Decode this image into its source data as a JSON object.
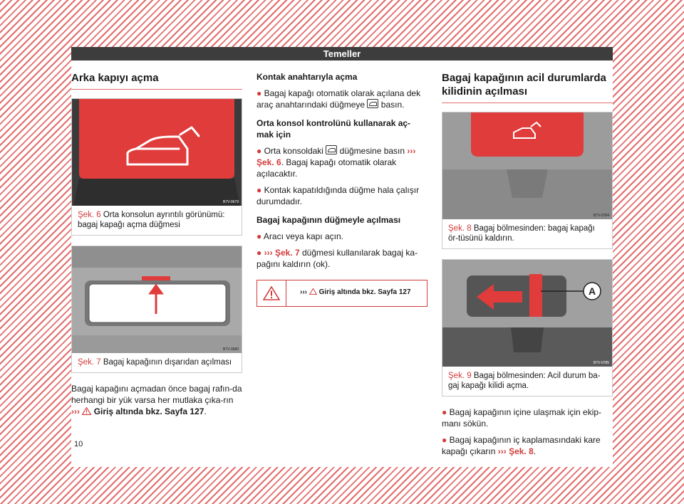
{
  "header": {
    "title": "Temeller"
  },
  "page_number": "10",
  "col1": {
    "heading": "Arka kapıyı açma",
    "fig6": {
      "code": "B7V-0679",
      "ref": "Şek. 6",
      "caption": "Orta konsolun ayrıntılı görünümü: bagaj kapağı açma düğmesi"
    },
    "fig7": {
      "code": "B7V-0680",
      "ref": "Şek. 7",
      "caption": "Bagaj kapağının dışarıdan açılması"
    },
    "para": "Bagaj kapağını açmadan önce bagaj rafın-da herhangi bir yük varsa her mutlaka çıka-rın",
    "para_link": "Giriş altında bkz. Sayfa 127",
    "para_end": "."
  },
  "col2": {
    "h1": "Kontak anahtarıyla açma",
    "b1a": "Bagaj kapağı otomatik olarak açılana dek araç anahtarındaki düğmeye",
    "b1b": "basın.",
    "h2": "Orta konsol kontrolünü kullanarak aç-mak için",
    "b2a": "Orta konsoldaki",
    "b2b": "düğmesine basın",
    "b2_link": "Şek. 6",
    "b2c": ". Bagaj kapağı otomatik olarak açılacaktır.",
    "b3": "Kontak kapatıldığında düğme hala çalışır durumdadır.",
    "h3": "Bagaj kapağının düğmeyle açılması",
    "b4": "Aracı veya kapı açın.",
    "b5_link": "Şek. 7",
    "b5": "düğmesi kullanılarak bagaj ka-pağını kaldırın (ok).",
    "warn": "Giriş altında bkz. Sayfa 127"
  },
  "col3": {
    "heading": "Bagaj kapağının acil durumlarda kilidinin açılması",
    "fig8": {
      "code": "B7V-0784",
      "ref": "Şek. 8",
      "caption": "Bagaj bölmesinden: bagaj kapağı ör-tüsünü kaldırın."
    },
    "fig9": {
      "code": "B7V-0785",
      "ref": "Şek. 9",
      "caption": "Bagaj bölmesinden: Acil durum ba-gaj kapağı kilidi açma.",
      "label_a": "A"
    },
    "b1": "Bagaj kapağının içine ulaşmak için ekip-manı sökün.",
    "b2": "Bagaj kapağının iç kaplamasındaki kare kapağı çıkarın",
    "b2_link": "Şek. 8",
    "b2_end": "."
  },
  "symbols": {
    "bullet": "●",
    "arrows": "›››"
  },
  "colors": {
    "accent": "#d33a3a",
    "header": "#3d3d3d"
  },
  "icons": [
    "warning-triangle-icon",
    "trunk-open-icon"
  ]
}
